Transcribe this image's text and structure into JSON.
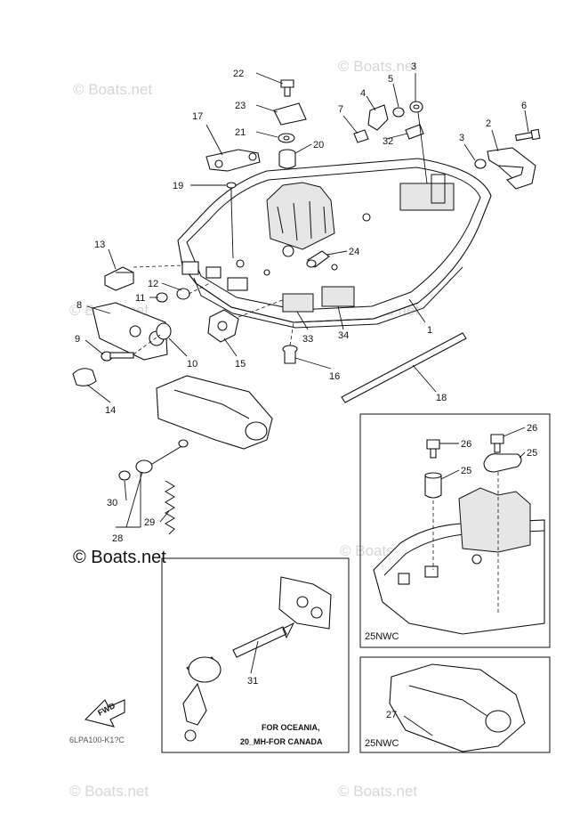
{
  "watermark": "© Boats.net",
  "callouts": {
    "c1": "1",
    "c2": "2",
    "c3a": "3",
    "c3b": "3",
    "c4": "4",
    "c5": "5",
    "c6": "6",
    "c7": "7",
    "c8": "8",
    "c9": "9",
    "c10": "10",
    "c11": "11",
    "c12": "12",
    "c13": "13",
    "c14": "14",
    "c15": "15",
    "c16": "16",
    "c17": "17",
    "c18": "18",
    "c19": "19",
    "c20": "20",
    "c21": "21",
    "c22": "22",
    "c23": "23",
    "c24": "24",
    "c25a": "25",
    "c25b": "25",
    "c26a": "26",
    "c26b": "26",
    "c27": "27",
    "c28": "28",
    "c29": "29",
    "c30": "30",
    "c31": "31",
    "c32": "32",
    "c33": "33",
    "c34": "34"
  },
  "inset_25nwc_top": "25NWC",
  "inset_25nwc_bottom": "25NWC",
  "oceania_note_line1": "FOR OCEANIA,",
  "oceania_note_line2": "20_MH-FOR CANADA",
  "fwd_label": "FWD",
  "diagram_code": "6LPA100-K1?C"
}
